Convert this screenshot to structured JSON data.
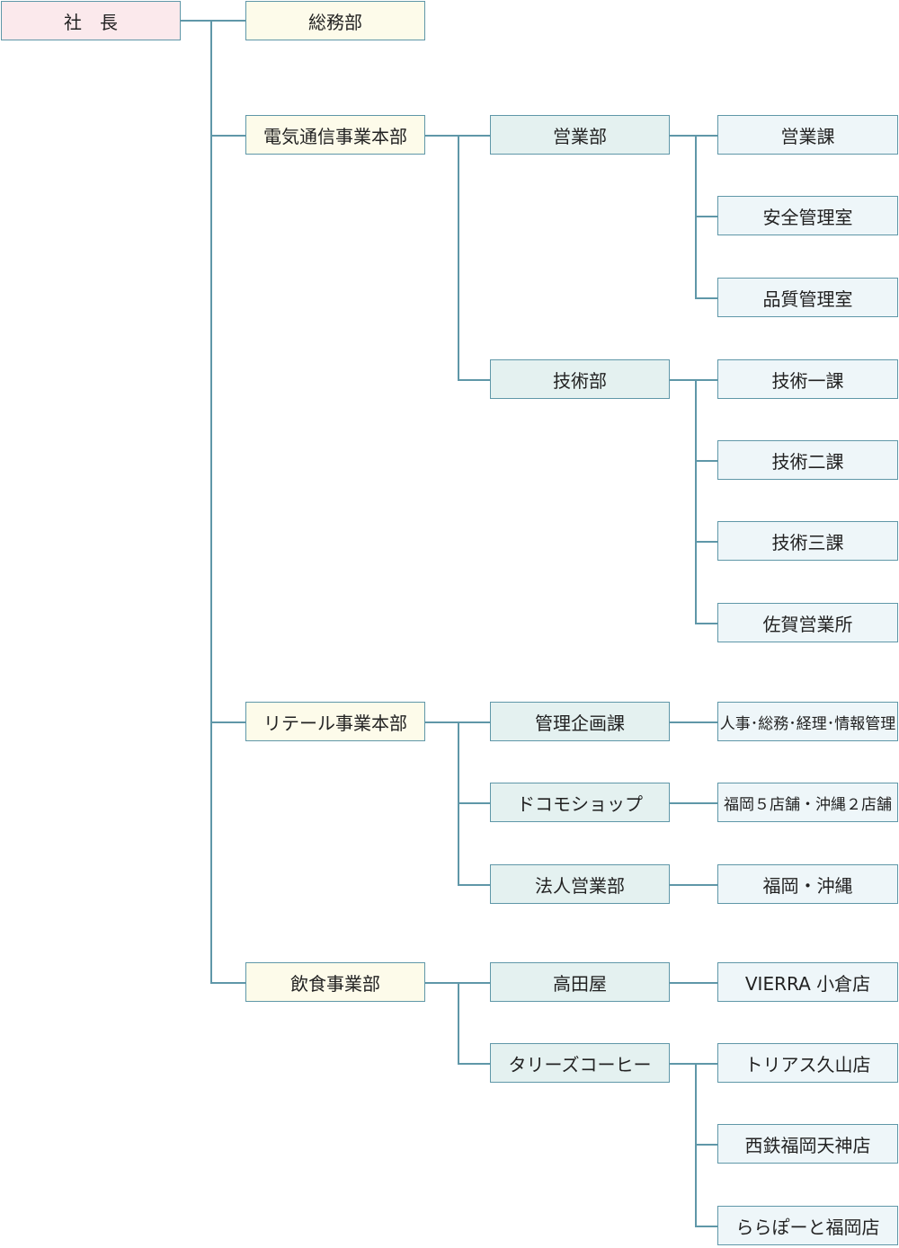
{
  "org": {
    "president": "社　長",
    "soumu": "総務部",
    "denki": {
      "label": "電気通信事業本部",
      "eigyo": {
        "label": "営業部",
        "children": [
          "営業課",
          "安全管理室",
          "品質管理室"
        ]
      },
      "gijutsu": {
        "label": "技術部",
        "children": [
          "技術一課",
          "技術二課",
          "技術三課",
          "佐賀営業所"
        ]
      }
    },
    "retail": {
      "label": "リテール事業本部",
      "kanri": {
        "label": "管理企画課",
        "child": "人事･総務･経理･情報管理"
      },
      "docomo": {
        "label": "ドコモショップ",
        "child": "福岡５店舗・沖縄２店舗"
      },
      "houjin": {
        "label": "法人営業部",
        "child": "福岡・沖縄"
      }
    },
    "inshoku": {
      "label": "飲食事業部",
      "takataya": {
        "label": "高田屋",
        "child": "VIERRA 小倉店"
      },
      "tullys": {
        "label": "タリーズコーヒー",
        "children": [
          "トリアス久山店",
          "西鉄福岡天神店",
          "ららぽーと福岡店"
        ]
      }
    }
  }
}
